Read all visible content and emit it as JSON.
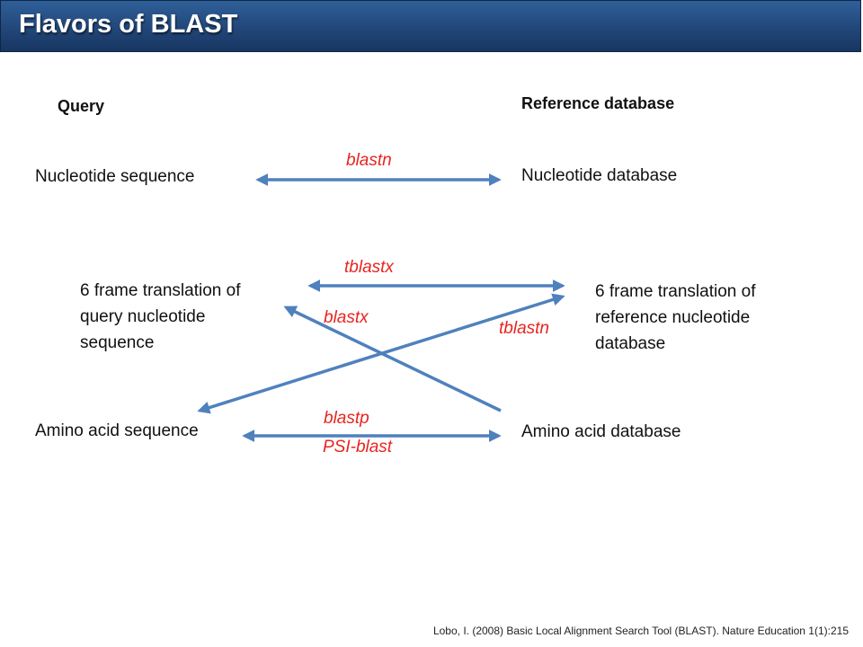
{
  "title": "Flavors of BLAST",
  "headers": {
    "query": "Query",
    "reference": "Reference database"
  },
  "query_items": {
    "nucleotide": "Nucleotide sequence",
    "translation": "6 frame translation of query nucleotide sequence",
    "amino": "Amino acid sequence"
  },
  "reference_items": {
    "nucleotide": "Nucleotide database",
    "translation": "6 frame translation of reference nucleotide database",
    "amino": "Amino acid database"
  },
  "programs": {
    "blastn": "blastn",
    "tblastx": "tblastx",
    "blastx": "blastx",
    "tblastn": "tblastn",
    "blastp": "blastp",
    "psiblast": "PSI-blast"
  },
  "citation": "Lobo, I. (2008) Basic Local Alignment Search Tool (BLAST). Nature Education 1(1):215",
  "colors": {
    "title_bar": "#22477a",
    "arrow": "#4f81bd",
    "program_label": "#e8251f"
  }
}
